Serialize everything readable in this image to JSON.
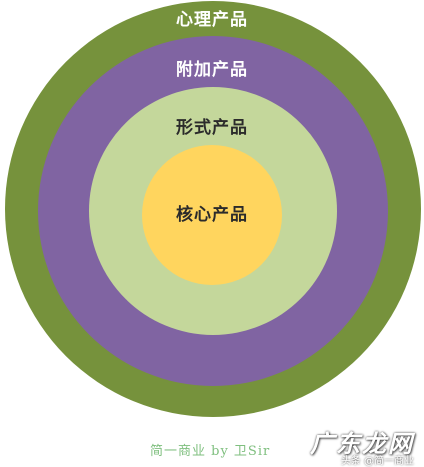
{
  "diagram": {
    "rings": [
      {
        "label": "心理产品",
        "color": "#76923c"
      },
      {
        "label": "附加产品",
        "color": "#8064a2"
      },
      {
        "label": "形式产品",
        "color": "#c4d79b"
      },
      {
        "label": "核心产品",
        "color": "#ffd55e"
      }
    ]
  },
  "credit": "简一商业 by 卫Sir",
  "watermark": {
    "brand": "广东龙网",
    "sub": "头条 @简一商业"
  }
}
